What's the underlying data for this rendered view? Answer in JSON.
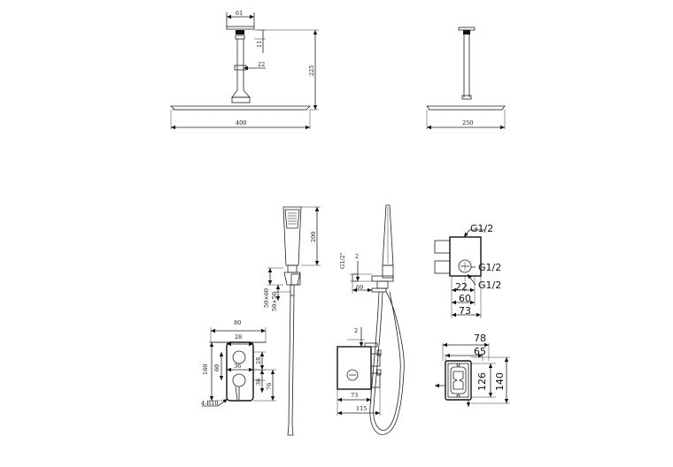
{
  "rain_front": {
    "d61": "61",
    "d11": "11",
    "d22": "22",
    "d225": "225",
    "d400": "400"
  },
  "rain_side": {
    "d250": "250"
  },
  "hand_front": {
    "d200": "200",
    "d50a": "50×60",
    "d50b": "50×50"
  },
  "hand_side": {
    "g12": "G1/2\"",
    "d2": "2",
    "d69": "69"
  },
  "box_side": {
    "g1": "G1/2",
    "g2": "G1/2",
    "g3": "G1/2",
    "d22": "22",
    "d60": "60",
    "d73": "73"
  },
  "plate": {
    "d80": "80",
    "d28a": "28",
    "d160": "160",
    "d60": "60",
    "d36a": "36",
    "d28b": "28",
    "d36b": "36",
    "d76": "76",
    "r10": "4-R10"
  },
  "valve_side": {
    "d2": "2",
    "d73": "73",
    "d115": "115"
  },
  "box_front": {
    "d78": "78",
    "d65": "65",
    "d126": "126",
    "d140": "140"
  }
}
